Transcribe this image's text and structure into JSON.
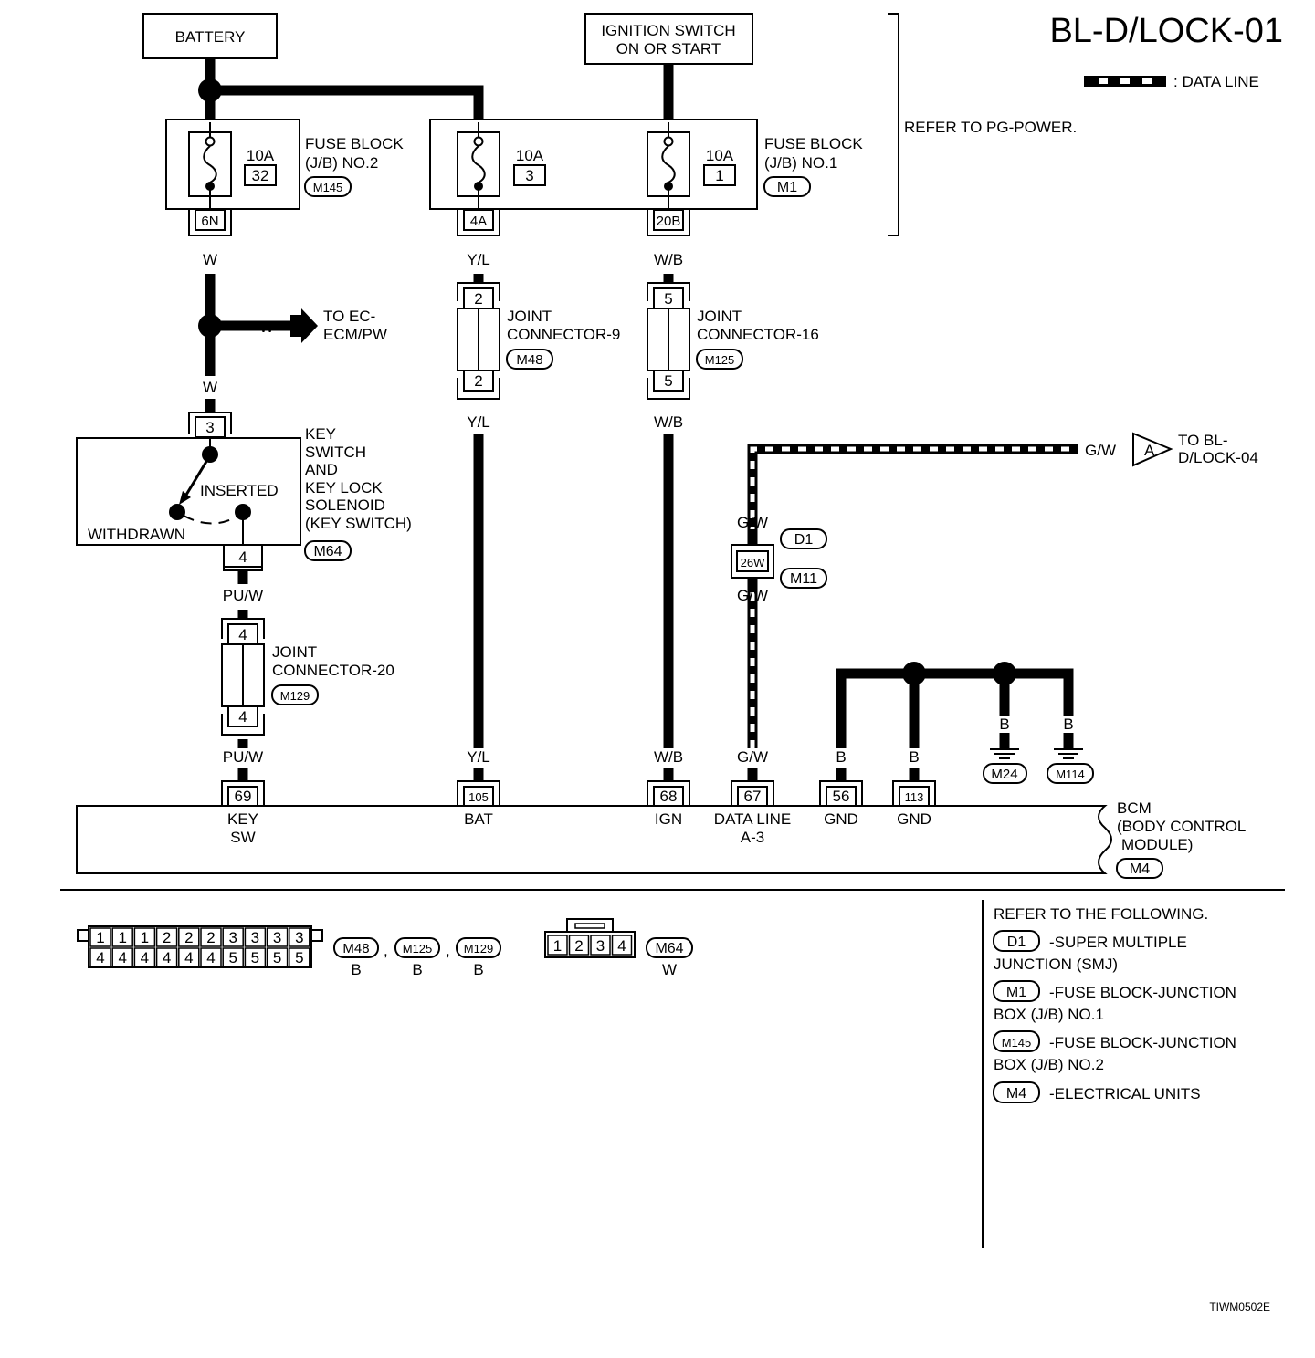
{
  "title": "BL-D/LOCK-01",
  "legend": {
    "data_line": ": DATA LINE"
  },
  "refer_power": "REFER TO PG-POWER.",
  "battery": "BATTERY",
  "ignition": [
    "IGNITION SWITCH",
    "ON OR START"
  ],
  "fuse_block_2": {
    "label": [
      "FUSE BLOCK",
      "(J/B) NO.2"
    ],
    "connector": "M145",
    "fuse_amp": "10A",
    "fuse_no": "32",
    "terminal": "6N"
  },
  "fuse_block_1": {
    "label": [
      "FUSE BLOCK",
      "(J/B) NO.1"
    ],
    "connector": "M1",
    "fuses": [
      {
        "amp": "10A",
        "no": "3",
        "terminal": "4A"
      },
      {
        "amp": "10A",
        "no": "1",
        "terminal": "20B"
      }
    ]
  },
  "wires": {
    "w": "W",
    "yl": "Y/L",
    "wb": "W/B",
    "puw": "PU/W",
    "gw": "G/W",
    "b": "B"
  },
  "to_ec": [
    "TO EC-",
    "ECM/PW"
  ],
  "jc9": {
    "label": [
      "JOINT",
      "CONNECTOR-9"
    ],
    "connector": "M48",
    "pin_top": "2",
    "pin_bottom": "2"
  },
  "jc16": {
    "label": [
      "JOINT",
      "CONNECTOR-16"
    ],
    "connector": "M125",
    "pin_top": "5",
    "pin_bottom": "5"
  },
  "jc20": {
    "label": [
      "JOINT",
      "CONNECTOR-20"
    ],
    "connector": "M129",
    "pin_top": "4",
    "pin_bottom": "4"
  },
  "key_switch": {
    "label": [
      "KEY",
      "SWITCH",
      "AND",
      "KEY LOCK",
      "SOLENOID",
      "(KEY SWITCH)"
    ],
    "connector": "M64",
    "pin_top": "3",
    "pin_bottom": "4",
    "inserted": "INSERTED",
    "withdrawn": "WITHDRAWN"
  },
  "to_bl": [
    "TO BL-",
    "D/LOCK-04"
  ],
  "connector_a": "A",
  "smj": {
    "terminal": "26W",
    "conn1": "D1",
    "conn2": "M11"
  },
  "grounds": [
    "M24",
    "M114"
  ],
  "bcm": {
    "label": [
      "BCM",
      "(BODY CONTROL",
      "MODULE)"
    ],
    "connector": "M4",
    "pins": [
      {
        "no": "69",
        "name": [
          "KEY",
          "SW"
        ]
      },
      {
        "no": "105",
        "name": [
          "BAT"
        ]
      },
      {
        "no": "68",
        "name": [
          "IGN"
        ]
      },
      {
        "no": "67",
        "name": [
          "DATA LINE",
          "A-3"
        ]
      },
      {
        "no": "56",
        "name": [
          "GND"
        ]
      },
      {
        "no": "113",
        "name": [
          "GND"
        ]
      }
    ]
  },
  "connector_faces": {
    "big": {
      "top_row": [
        "1",
        "1",
        "1",
        "2",
        "2",
        "2",
        "3",
        "3",
        "3",
        "3"
      ],
      "bottom_row": [
        "4",
        "4",
        "4",
        "4",
        "4",
        "4",
        "5",
        "5",
        "5",
        "5"
      ],
      "ids": [
        "M48",
        "M125",
        "M129"
      ],
      "color": "B",
      "separator": ","
    },
    "small": {
      "pins": [
        "1",
        "2",
        "3",
        "4"
      ],
      "id": "M64",
      "color": "W"
    }
  },
  "refer_following": {
    "heading": "REFER TO THE FOLLOWING.",
    "items": [
      {
        "id": "D1",
        "lines": [
          "-SUPER MULTIPLE",
          "JUNCTION (SMJ)"
        ]
      },
      {
        "id": "M1",
        "lines": [
          "-FUSE BLOCK-JUNCTION",
          "BOX (J/B) NO.1"
        ]
      },
      {
        "id": "M145",
        "lines": [
          "-FUSE BLOCK-JUNCTION",
          "BOX (J/B) NO.2"
        ]
      },
      {
        "id": "M4",
        "lines": [
          "-ELECTRICAL UNITS"
        ]
      }
    ]
  },
  "figure_code": "TIWM0502E"
}
